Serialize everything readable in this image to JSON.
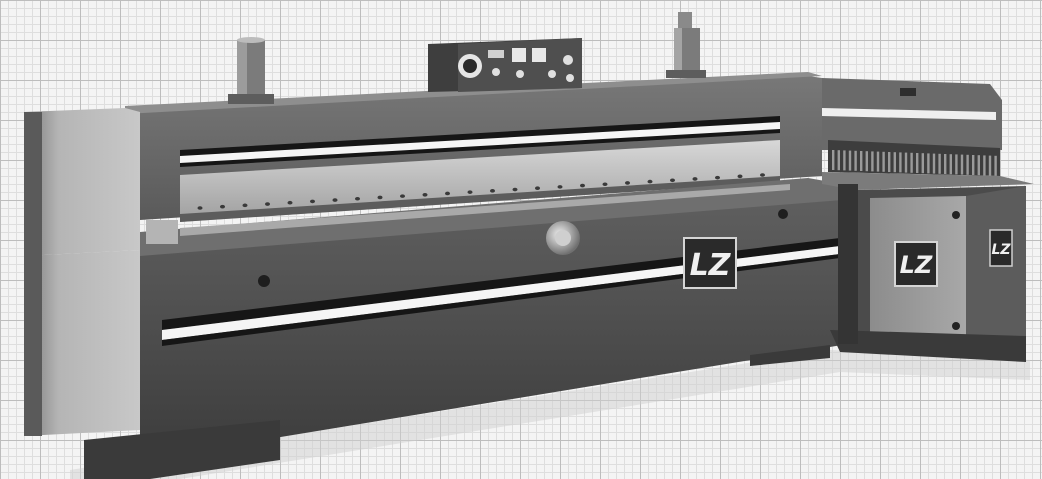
{
  "scene": {
    "subject": "industrial-guillotine-machine",
    "style": "grayscale-photograph"
  },
  "logos": {
    "front_panel": "LZ",
    "side_cabinet": "LZ",
    "side_cabinet_small": "LZ"
  },
  "colors": {
    "paper": "#f4f4f4",
    "grid_major": "#bdbdbd",
    "grid_minor": "#dedede",
    "machine_dark": "#4a4a4a",
    "machine_mid": "#6b6b6b",
    "machine_light": "#9a9a9a",
    "panel_light": "#b8b8b8",
    "stripe_white": "#f5f5f5",
    "stripe_black": "#161616"
  }
}
